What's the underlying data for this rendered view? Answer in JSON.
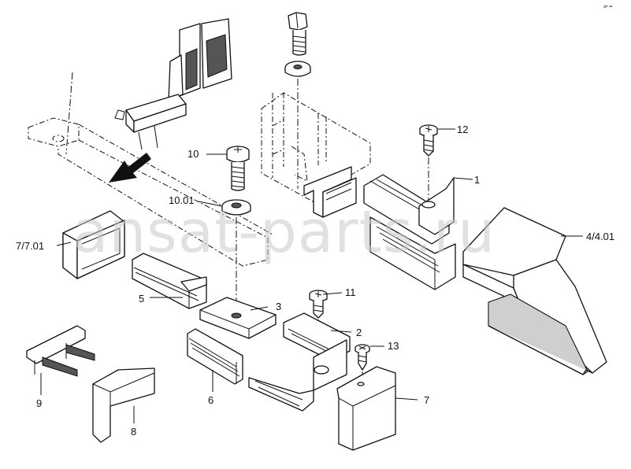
{
  "watermark": "ansat-parts.ru",
  "corner_mark": "a• ▪▪",
  "callouts": [
    {
      "id": "12",
      "label": "12"
    },
    {
      "id": "1",
      "label": "1"
    },
    {
      "id": "10",
      "label": "10"
    },
    {
      "id": "10.01",
      "label": "10.01"
    },
    {
      "id": "4/4.01",
      "label": "4/4.01"
    },
    {
      "id": "7/7.01",
      "label": "7/7.01"
    },
    {
      "id": "5",
      "label": "5"
    },
    {
      "id": "3",
      "label": "3"
    },
    {
      "id": "11",
      "label": "11"
    },
    {
      "id": "2",
      "label": "2"
    },
    {
      "id": "13",
      "label": "13"
    },
    {
      "id": "9",
      "label": "9"
    },
    {
      "id": "6",
      "label": "6"
    },
    {
      "id": "7",
      "label": "7"
    },
    {
      "id": "8",
      "label": "8"
    }
  ]
}
